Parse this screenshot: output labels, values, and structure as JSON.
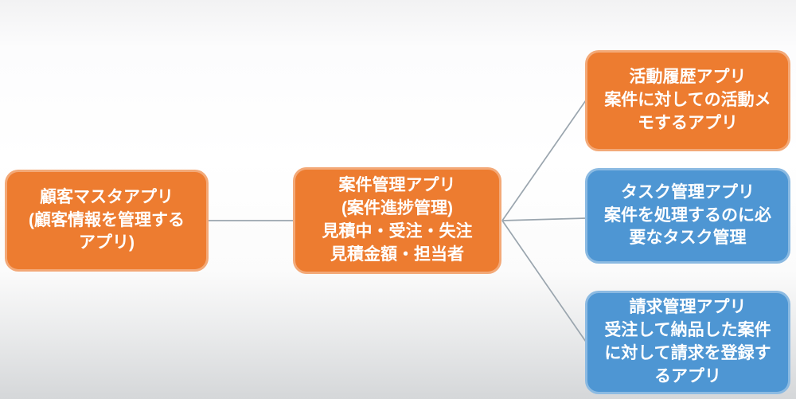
{
  "diagram": {
    "title": "app-relationship-diagram",
    "colors": {
      "orange": "#ED7C30",
      "blue": "#4E96D3",
      "connector": "#9AA5AE",
      "text": "#FFFFFF",
      "background_top": "#F2F2F3",
      "background_bottom": "#D5D7D9"
    },
    "nodes": {
      "customer_master": {
        "label": "顧客マスタアプリ\n(顧客情報を管理する\nアプリ)",
        "color": "#ED7C30"
      },
      "case_management": {
        "label": "案件管理アプリ\n(案件進捗管理)\n見積中・受注・失注\n見積金額・担当者",
        "color": "#ED7C30"
      },
      "activity_history": {
        "label": "活動履歴アプリ\n案件に対しての活動メ\nモするアプリ",
        "color": "#ED7C30"
      },
      "task_management": {
        "label": "タスク管理アプリ\n案件を処理するのに必\n要なタスク管理",
        "color": "#4E96D3"
      },
      "billing_management": {
        "label": "請求管理アプリ\n受注して納品した案件\nに対して請求を登録す\nるアプリ",
        "color": "#4E96D3"
      }
    },
    "edges": [
      {
        "from": "customer_master",
        "to": "case_management"
      },
      {
        "from": "case_management",
        "to": "activity_history"
      },
      {
        "from": "case_management",
        "to": "task_management"
      },
      {
        "from": "case_management",
        "to": "billing_management"
      }
    ]
  }
}
